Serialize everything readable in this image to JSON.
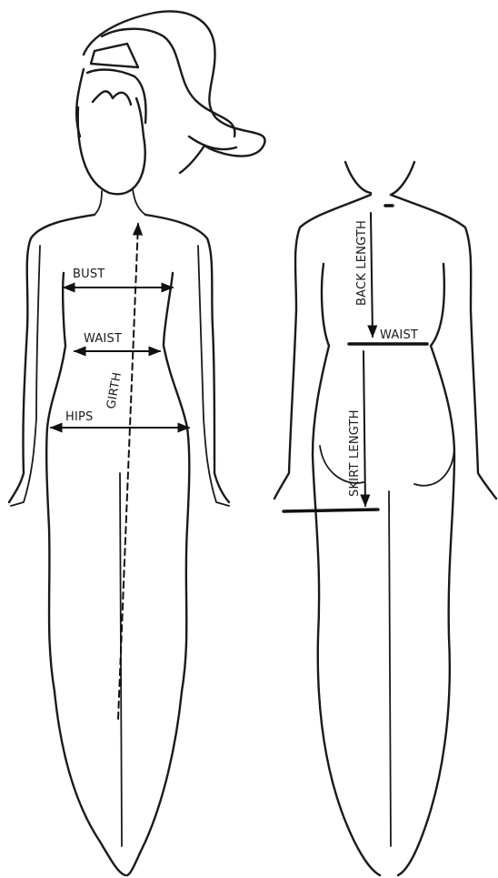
{
  "front_view": {
    "labels": {
      "bust": "BUST",
      "waist": "WAIST",
      "hips": "HIPS",
      "girth": "GIRTH"
    }
  },
  "back_view": {
    "labels": {
      "back_length": "BACK LENGTH",
      "waist": "WAIST",
      "skirt_length": "SKIRT LENGTH",
      "top_mark": "-"
    }
  }
}
